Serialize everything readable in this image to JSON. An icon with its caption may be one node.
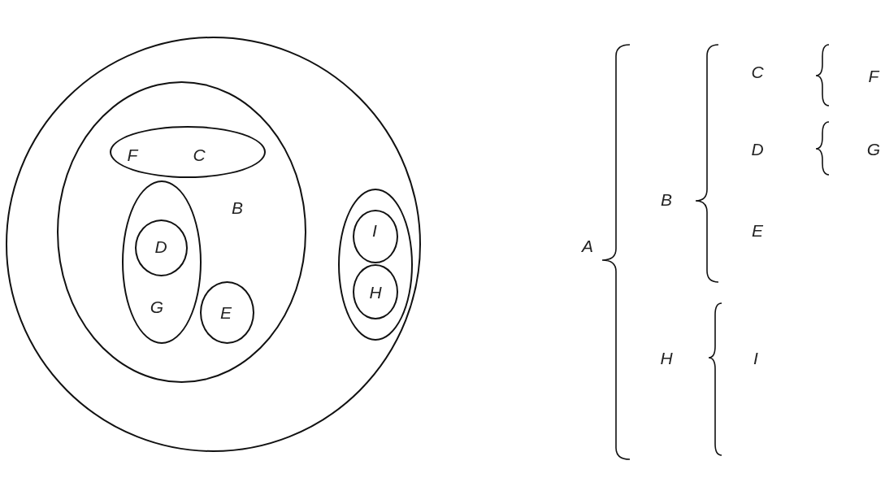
{
  "diagram": {
    "nodes": [
      {
        "text": [],
        "shape": "circle"
      },
      {
        "text": [
          "B"
        ],
        "in": 0
      },
      {
        "text": [
          "F",
          "C"
        ],
        "in": 1
      },
      {
        "text": [
          "G"
        ],
        "in": 1
      },
      {
        "text": [
          "D"
        ],
        "in": 3
      },
      {
        "text": [
          "E"
        ],
        "in": 1
      },
      {
        "text": [],
        "shape": "ellipse",
        "in": 0
      },
      {
        "text": [
          "I"
        ],
        "in": 6
      },
      {
        "text": [
          "H"
        ],
        "in": 6
      }
    ],
    "labels": [
      "C",
      "F",
      "D",
      "G",
      "B",
      "E",
      "A",
      "H",
      "I"
    ]
  }
}
